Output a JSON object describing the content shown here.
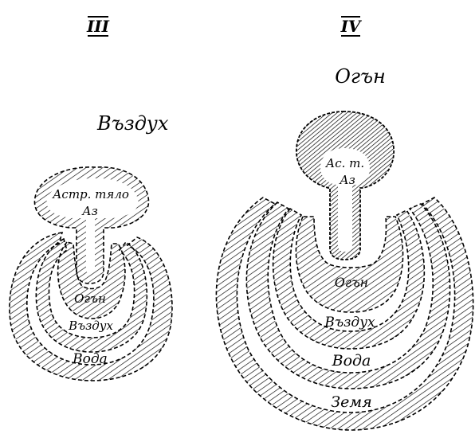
{
  "figure_left": {
    "numeral": "III",
    "element_label": "Въздух",
    "body_label_line1": "Астр. тяло",
    "body_label_line2": "Аз",
    "layers": [
      "Огън",
      "Въздух",
      "Вода"
    ]
  },
  "figure_right": {
    "numeral": "IV",
    "element_label": "Огън",
    "body_label_line1": "Ас. т.",
    "body_label_line2": "Аз",
    "layers": [
      "Огън",
      "Въздух",
      "Вода",
      "Земя"
    ]
  },
  "colors": {
    "ink": "#000000",
    "paper": "#ffffff"
  }
}
